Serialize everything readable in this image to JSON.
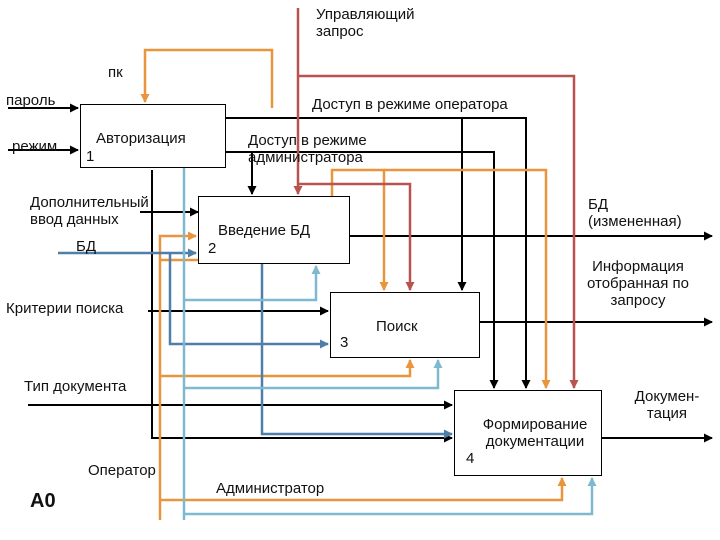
{
  "diagram": {
    "id": "A0",
    "blocks": [
      {
        "name": "Авторизация",
        "number": "1"
      },
      {
        "name": "Введение БД",
        "number": "2"
      },
      {
        "name": "Поиск",
        "number": "3"
      },
      {
        "name": "Формирование документации",
        "number": "4"
      }
    ],
    "controls": {
      "manage_request": "Управляющий запрос",
      "pk": "пк",
      "operator_access": "Доступ в режиме оператора",
      "admin_access": "Доступ в режиме администратора"
    },
    "inputs": {
      "password": "пароль",
      "mode": "режим",
      "extra_input": "Дополнительный ввод данных",
      "db": "БД",
      "search_criteria": "Критерии поиска",
      "doc_type": "Тип документа"
    },
    "outputs": {
      "db_changed": "БД (измененная)",
      "selected_info": "Информация отобранная по запросу",
      "documentation": "Докумен- тация"
    },
    "mechanisms": {
      "operator": "Оператор",
      "administrator": "Администратор"
    },
    "colors": {
      "line": "#000000",
      "orange": "#E8953E",
      "red": "#B85450",
      "blue": "#4F7FA8",
      "cyan": "#7FB9CF"
    }
  }
}
